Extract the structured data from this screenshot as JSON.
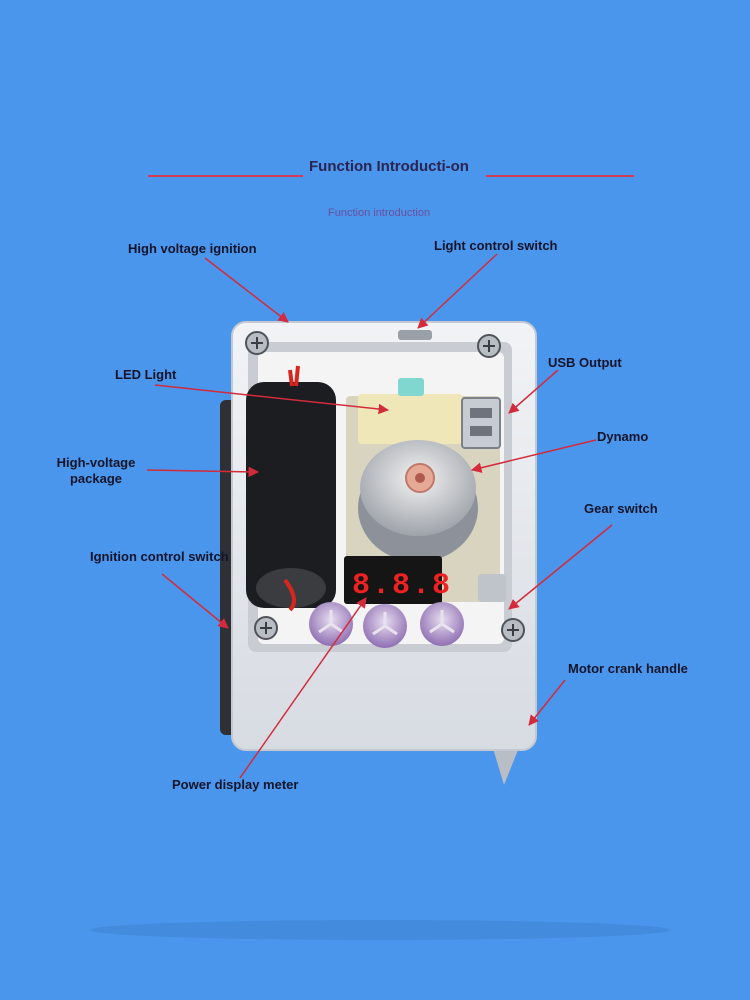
{
  "heading": {
    "title": "Function Introducti-on",
    "subtitle": "Function introduction"
  },
  "callouts": {
    "high_voltage_ignition": "High voltage ignition",
    "light_control_switch": "Light control switch",
    "led_light": "LED Light",
    "usb_output": "USB Output",
    "dynamo": "Dynamo",
    "high_voltage_package_line1": "High-voltage",
    "high_voltage_package_line2": "package",
    "gear_switch": "Gear switch",
    "ignition_control_switch": "Ignition control switch",
    "motor_crank_handle": "Motor crank handle",
    "power_display_meter": "Power display meter"
  },
  "display": {
    "digits": "8.8.8"
  },
  "colors": {
    "background": "#4a96ec",
    "arrow": "#d32b3b",
    "enclosure": "#e6e9ee"
  }
}
